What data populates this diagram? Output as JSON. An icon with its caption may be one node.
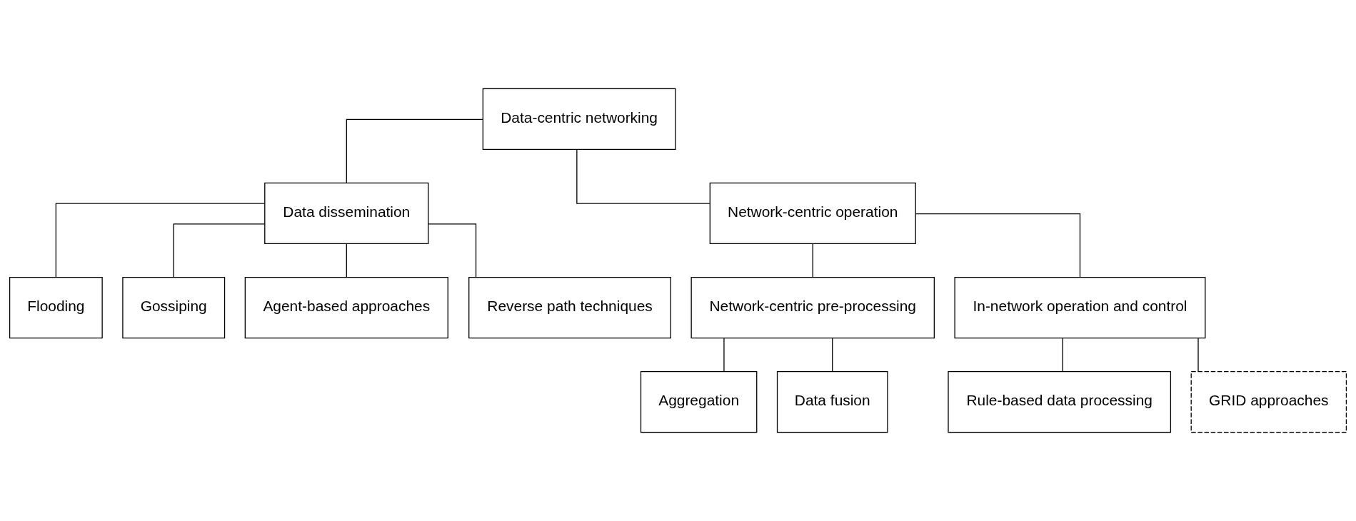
{
  "diagram": {
    "nodes": [
      {
        "text": [
          "Data-centric networking"
        ]
      },
      {
        "text": [
          "Data dissemination"
        ]
      },
      {
        "text": [
          "Network-centric operation"
        ]
      },
      {
        "text": [
          "Flooding"
        ]
      },
      {
        "text": [
          "Gossiping"
        ]
      },
      {
        "text": [
          "Agent-based approaches"
        ]
      },
      {
        "text": [
          "Reverse path techniques"
        ]
      },
      {
        "text": [
          "Network-centric pre-processing"
        ]
      },
      {
        "text": [
          "In-network operation and control"
        ]
      },
      {
        "text": [
          "Aggregation"
        ]
      },
      {
        "text": [
          "Data fusion"
        ]
      },
      {
        "text": [
          "Rule-based data processing"
        ]
      },
      {
        "text": [
          "GRID approaches"
        ]
      }
    ],
    "edges": [
      {
        "from": 0,
        "to": 1,
        "arrow": "none"
      },
      {
        "from": 0,
        "to": 2,
        "arrow": "none"
      },
      {
        "from": 1,
        "to": 3,
        "arrow": "none"
      },
      {
        "from": 1,
        "to": 4,
        "arrow": "none"
      },
      {
        "from": 1,
        "to": 5,
        "arrow": "none"
      },
      {
        "from": 1,
        "to": 6,
        "arrow": "none"
      },
      {
        "from": 2,
        "to": 7,
        "arrow": "none"
      },
      {
        "from": 2,
        "to": 8,
        "arrow": "none"
      },
      {
        "from": 7,
        "to": 9,
        "arrow": "none"
      },
      {
        "from": 7,
        "to": 10,
        "arrow": "none"
      },
      {
        "from": 8,
        "to": 11,
        "arrow": "none"
      },
      {
        "from": 8,
        "to": 12,
        "arrow": "none"
      }
    ]
  }
}
